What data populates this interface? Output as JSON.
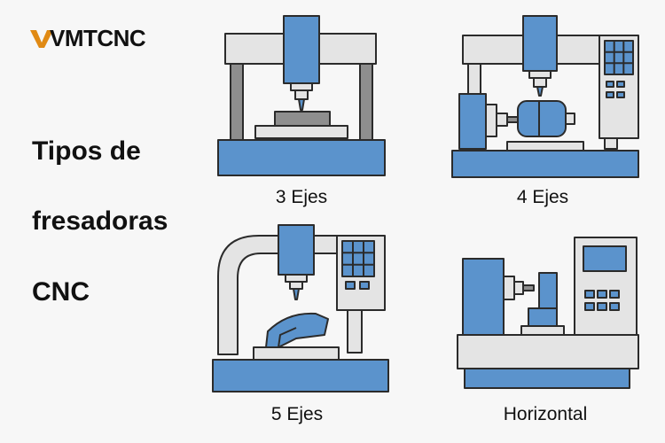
{
  "brand": {
    "name": "VMTCNC",
    "accent_color": "#e08a14"
  },
  "title": {
    "line1": "Tipos de",
    "line2": "fresadoras",
    "line3": "CNC"
  },
  "machines": [
    {
      "id": "3-axis",
      "caption": "3 Ejes"
    },
    {
      "id": "4-axis",
      "caption": "4 Ejes"
    },
    {
      "id": "5-axis",
      "caption": "5 Ejes"
    },
    {
      "id": "horizontal",
      "caption": "Horizontal"
    }
  ],
  "colors": {
    "blue": "#5b93cc",
    "frame": "#e4e4e4",
    "gray": "#8e8e8e",
    "outline": "#2b2b2b"
  }
}
